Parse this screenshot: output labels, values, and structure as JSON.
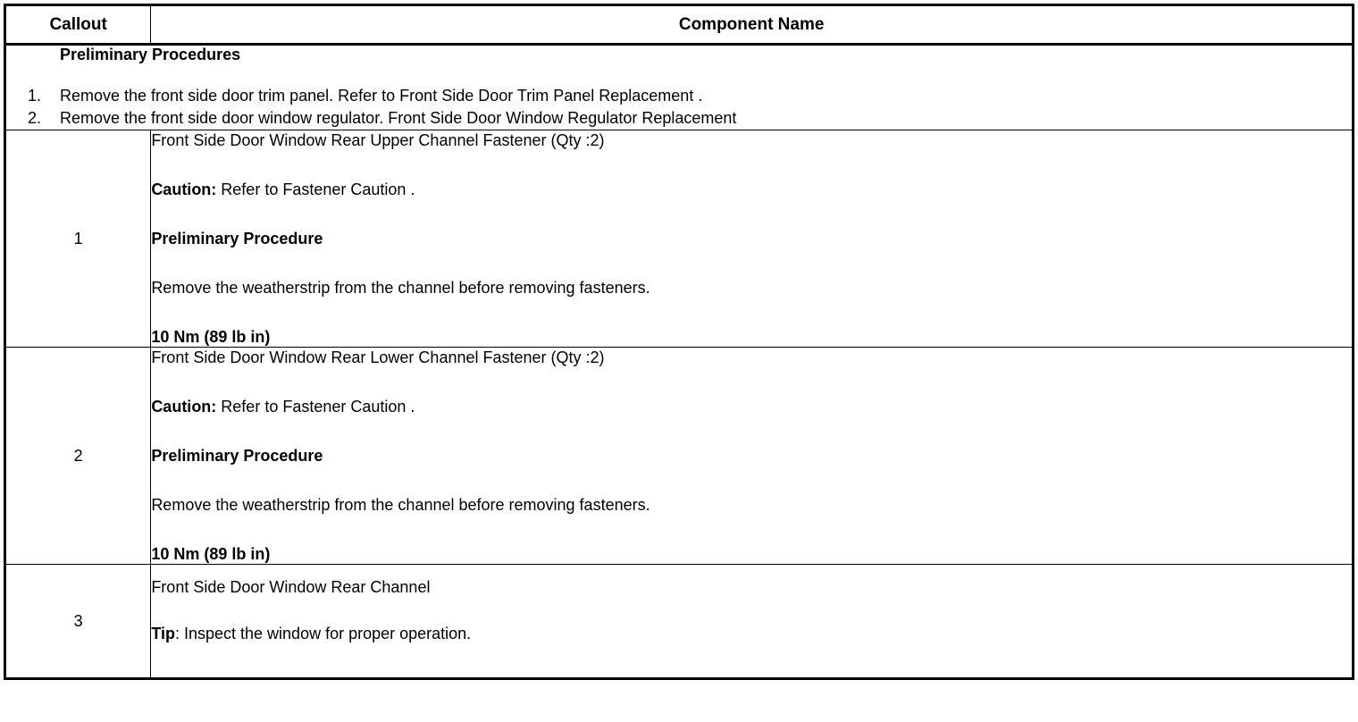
{
  "table": {
    "headers": {
      "callout": "Callout",
      "component_name": "Component Name"
    },
    "preliminary": {
      "title": "Preliminary Procedures",
      "steps": [
        {
          "num": "1.",
          "text": "Remove the front side door trim panel. Refer to Front Side Door Trim Panel Replacement ."
        },
        {
          "num": "2.",
          "text": "Remove the front side door window regulator. Front Side Door Window Regulator Replacement"
        }
      ]
    },
    "rows": [
      {
        "callout": "1",
        "lines": [
          {
            "text": "Front Side Door Window Rear Upper Channel Fastener (Qty :2)"
          },
          {
            "lead": "Caution:",
            "text": " Refer to Fastener Caution ."
          },
          {
            "text": "Preliminary Procedure",
            "bold": true
          },
          {
            "text": "Remove the weatherstrip from the channel before removing fasteners."
          },
          {
            "text": "10 Nm (89 lb in)",
            "bold": true
          }
        ]
      },
      {
        "callout": "2",
        "lines": [
          {
            "text": "Front Side Door Window Rear Lower Channel Fastener (Qty :2)"
          },
          {
            "lead": "Caution:",
            "text": " Refer to Fastener Caution ."
          },
          {
            "text": "Preliminary Procedure",
            "bold": true
          },
          {
            "text": "Remove the weatherstrip from the channel before removing fasteners."
          },
          {
            "text": "10 Nm (89 lb in)",
            "bold": true
          }
        ]
      },
      {
        "callout": "3",
        "lines": [
          {
            "text": "Front Side Door Window Rear Channel"
          },
          {
            "lead": "Tip",
            "text": ": Inspect the window for proper operation."
          }
        ]
      }
    ]
  },
  "colors": {
    "border": "#000000",
    "text": "#000000",
    "background": "#ffffff"
  }
}
